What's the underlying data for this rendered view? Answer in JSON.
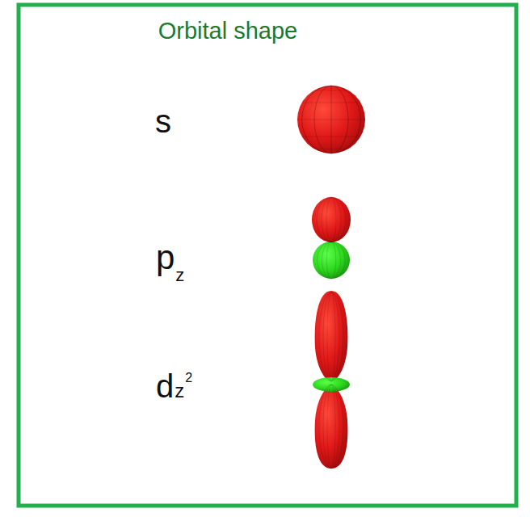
{
  "diagram": {
    "title": "Orbital shape",
    "labels": [
      "s",
      "p",
      "z",
      "d",
      "z",
      "2"
    ]
  }
}
